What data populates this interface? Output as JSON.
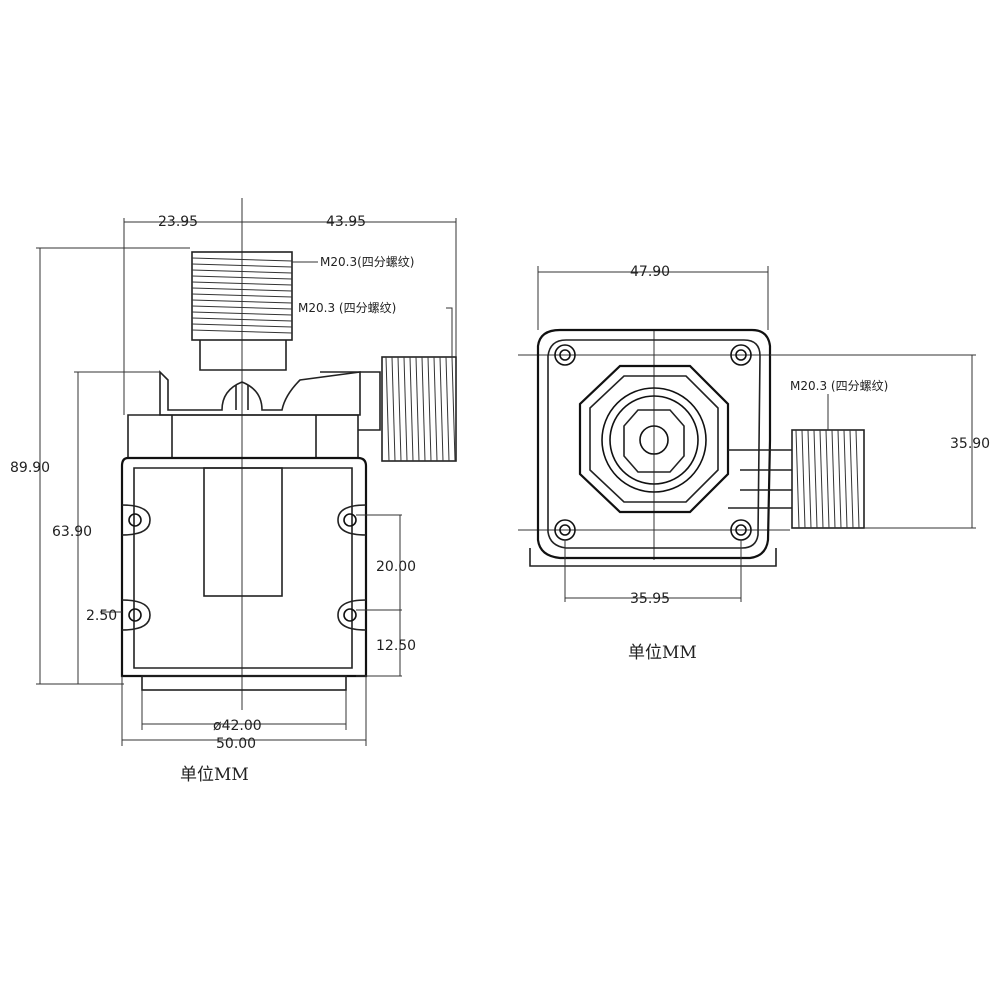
{
  "front_view": {
    "width_left": "23.95",
    "width_right": "43.95",
    "height_total": "89.90",
    "height_body": "63.90",
    "slot_spacing": "20.00",
    "slot_offset": "12.50",
    "slot_width": "2.50",
    "base_diameter": "ø42.00",
    "body_width": "50.00",
    "thread_top": "M20.3(四分螺纹)",
    "thread_side": "M20.3 (四分螺纹)",
    "unit": "单位MM"
  },
  "side_view": {
    "width_top": "47.90",
    "width_bottom": "35.95",
    "height_right": "35.90",
    "thread_side": "M20.3 (四分螺纹)",
    "unit": "单位MM"
  }
}
